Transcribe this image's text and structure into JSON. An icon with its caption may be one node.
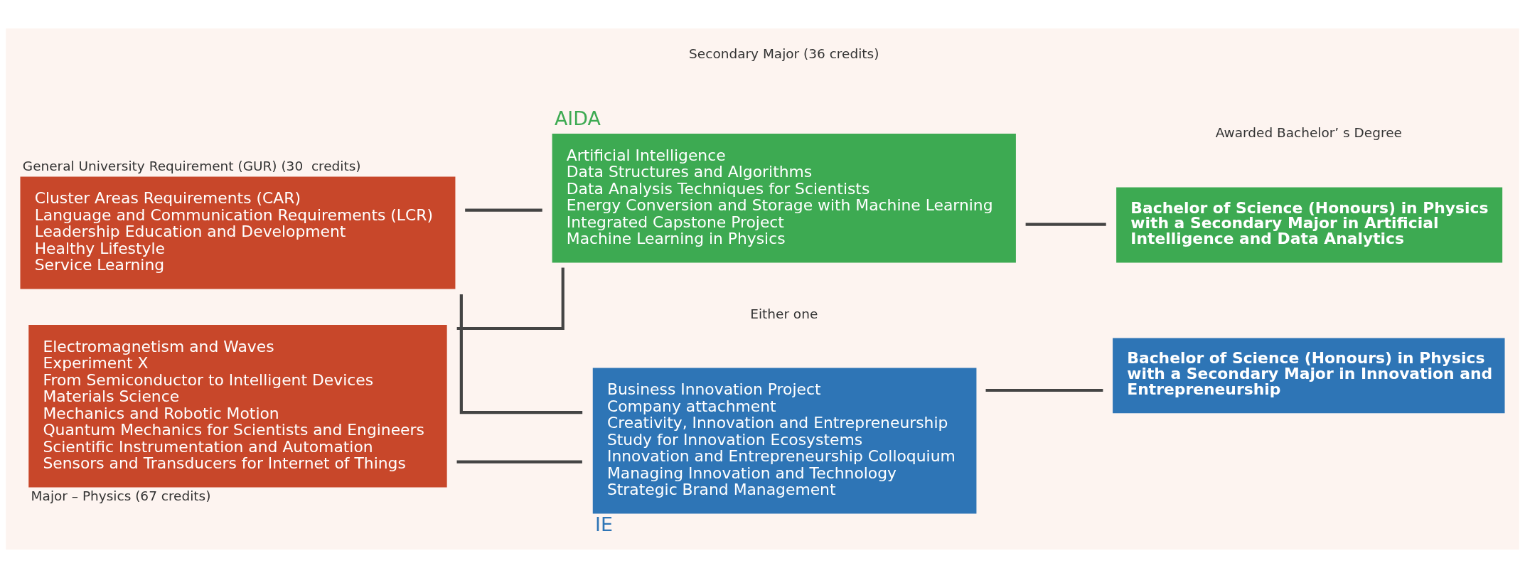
{
  "diagram": {
    "nodes": [
      {
        "text": [
          "General University Requirement (GUR) (30  credits)",
          "Cluster Areas Requirements (CAR)",
          "Language and Communication Requirements (LCR)",
          "Leadership Education and Development",
          "Healthy Lifestyle",
          "Service Learning"
        ]
      },
      {
        "text": [
          "Electromagnetism and Waves",
          "Experiment X",
          "From Semiconductor to Intelligent Devices",
          "Materials Science",
          "Mechanics and Robotic Motion",
          "Quantum Mechanics for Scientists and Engineers",
          "Scientific Instrumentation and Automation",
          "Sensors and Transducers for Internet of Things",
          "Major – Physics (67 credits)"
        ]
      },
      {
        "text": [
          "AIDA",
          "Artificial Intelligence",
          "Data Structures and Algorithms",
          "Data Analysis Techniques for Scientists",
          "Energy Conversion and Storage with Machine Learning",
          "Integrated Capstone Project",
          "Machine Learning in Physics"
        ]
      },
      {
        "text": [
          "Business Innovation Project",
          "Company attachment",
          "Creativity, Innovation and Entrepreneurship",
          "Study for Innovation Ecosystems",
          "Innovation and Entrepreneurship Colloquium",
          "Managing Innovation and Technology",
          "Strategic Brand Management",
          "IE"
        ]
      },
      {
        "text": [
          "Bachelor of Science (Honours) in Physics with a Secondary Major in Artificial Intelligence and Data Analytics"
        ]
      },
      {
        "text": [
          "Bachelor of Science (Honours) in Physics with a Secondary Major in Innovation and Entrepreneurship"
        ]
      }
    ],
    "edges": [
      {
        "from": 0,
        "to": 2,
        "arrow": "none"
      },
      {
        "from": 0,
        "to": 3,
        "arrow": "none"
      },
      {
        "from": 1,
        "to": 2,
        "arrow": "none"
      },
      {
        "from": 1,
        "to": 3,
        "arrow": "none"
      },
      {
        "from": 2,
        "to": 4,
        "arrow": "none"
      },
      {
        "from": 3,
        "to": 5,
        "arrow": "none"
      }
    ],
    "labels": [
      "Secondary Major (36 credits)",
      "Awarded Bachelor’ s Degree",
      "Either one"
    ]
  }
}
